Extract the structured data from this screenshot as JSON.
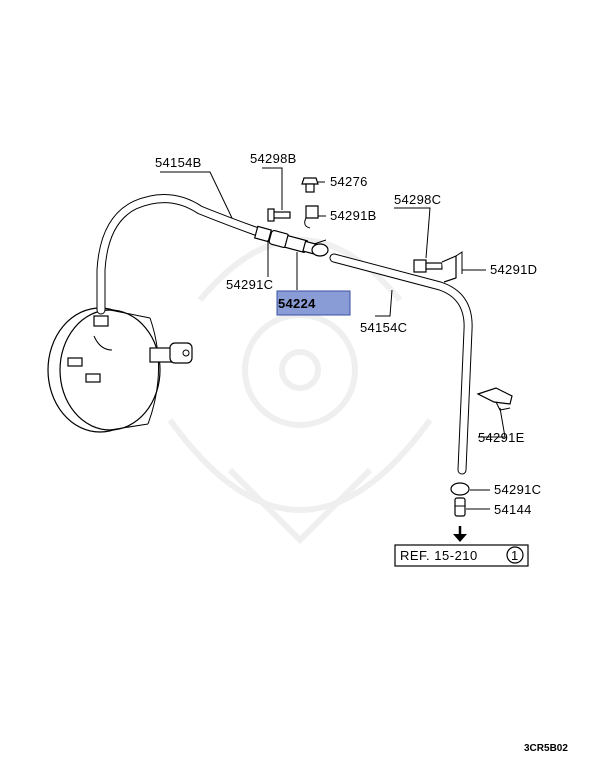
{
  "diagram": {
    "labels": {
      "p54154B": "54154B",
      "p54298B": "54298B",
      "p54276": "54276",
      "p54291B": "54291B",
      "p54298C": "54298C",
      "p54291D": "54291D",
      "p54291C_left": "54291C",
      "p54224": "54224",
      "p54154C": "54154C",
      "p54291E": "54291E",
      "p54291C_right": "54291C",
      "p54144": "54144"
    },
    "reference": {
      "text": "REF. 15-210",
      "number": "1"
    },
    "drawing_code": "3CR5B02",
    "highlight_color": "#8a9cd6"
  }
}
